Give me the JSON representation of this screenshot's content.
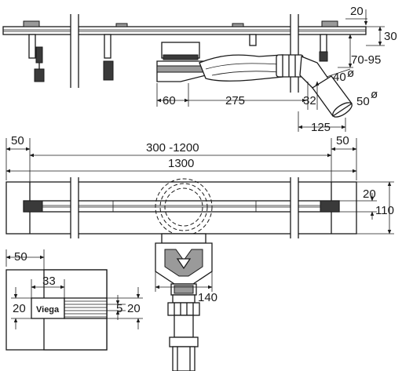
{
  "side_view": {
    "dims": {
      "top_gap": "20",
      "right_height": "30",
      "height_range": "70-95",
      "diam_40": "40",
      "diam_50": "50",
      "left_offset": "60",
      "drain_offset": "275",
      "outlet_32": "32",
      "outlet_125": "125"
    },
    "diam_symbol": "ø"
  },
  "top_view": {
    "dims": {
      "left_end": "50",
      "right_end": "50",
      "length_range": "300 -1200",
      "total_length": "1300",
      "slot_width": "20",
      "total_width": "110",
      "trap_width": "140"
    }
  },
  "detail_view": {
    "dims": {
      "left_50": "50",
      "width_33": "33",
      "height_20_left": "20",
      "gap_5": "5",
      "height_20_right": "20"
    },
    "brand_label": "Viega"
  }
}
